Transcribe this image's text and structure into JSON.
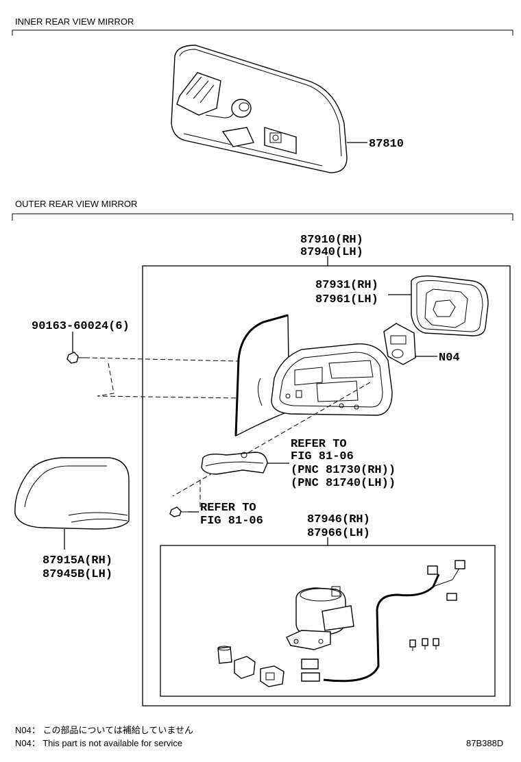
{
  "sections": {
    "inner": "INNER REAR VIEW MIRROR",
    "outer": "OUTER REAR VIEW MIRROR"
  },
  "parts": {
    "p87810": "87810",
    "p87910": "87910(RH)",
    "p87940": "87940(LH)",
    "p87931": "87931(RH)",
    "p87961": "87961(LH)",
    "p90163": "90163-60024(6)",
    "pN04": "N04",
    "refer1_a": "REFER TO",
    "refer1_b": "FIG 81-06",
    "refer1_c": "(PNC 81730(RH))",
    "refer1_d": "(PNC 81740(LH))",
    "refer2_a": "REFER TO",
    "refer2_b": "FIG 81-06",
    "p87946": "87946(RH)",
    "p87966": "87966(LH)",
    "p87915": "87915A(RH)",
    "p87945": "87945B(LH)"
  },
  "notes": {
    "jp": "N04： この部品については補給していません",
    "en": "N04： This part is not available for service"
  },
  "figure_code": "87B388D"
}
